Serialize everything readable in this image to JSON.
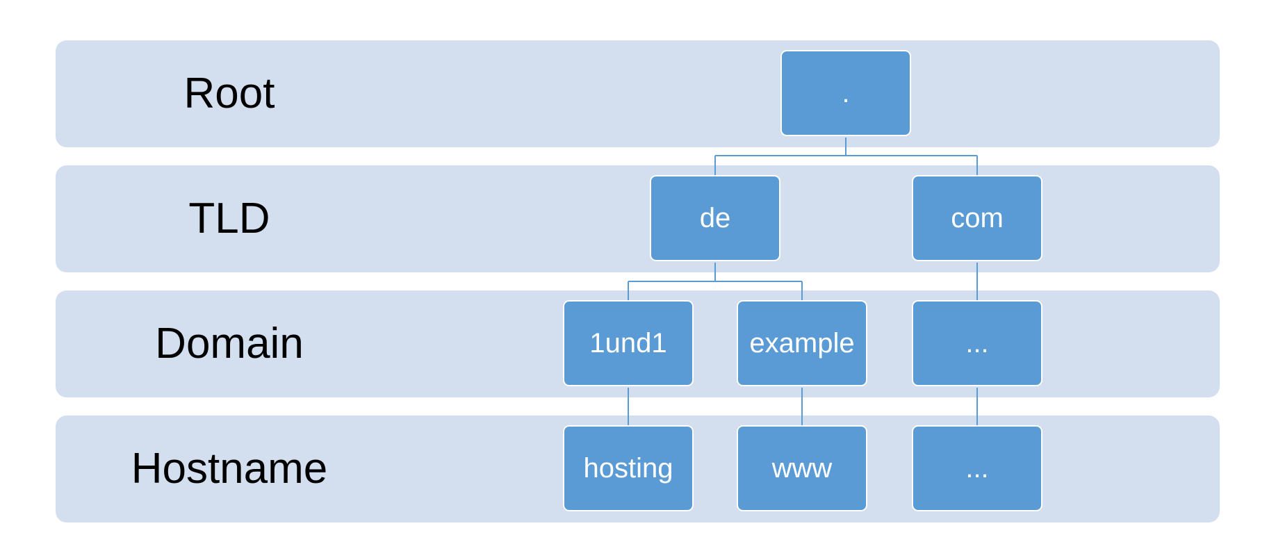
{
  "levels": {
    "root": "Root",
    "tld": "TLD",
    "domain": "Domain",
    "hostname": "Hostname"
  },
  "nodes": {
    "root": ".",
    "de": "de",
    "com": "com",
    "oneundone": "1und1",
    "example": "example",
    "com_domain": "...",
    "hosting": "hosting",
    "www": "www",
    "com_host": "..."
  },
  "colors": {
    "band": "#d3deef",
    "node": "#5b9bd5",
    "node_text": "#ffffff",
    "connector": "#5b9bd5"
  }
}
